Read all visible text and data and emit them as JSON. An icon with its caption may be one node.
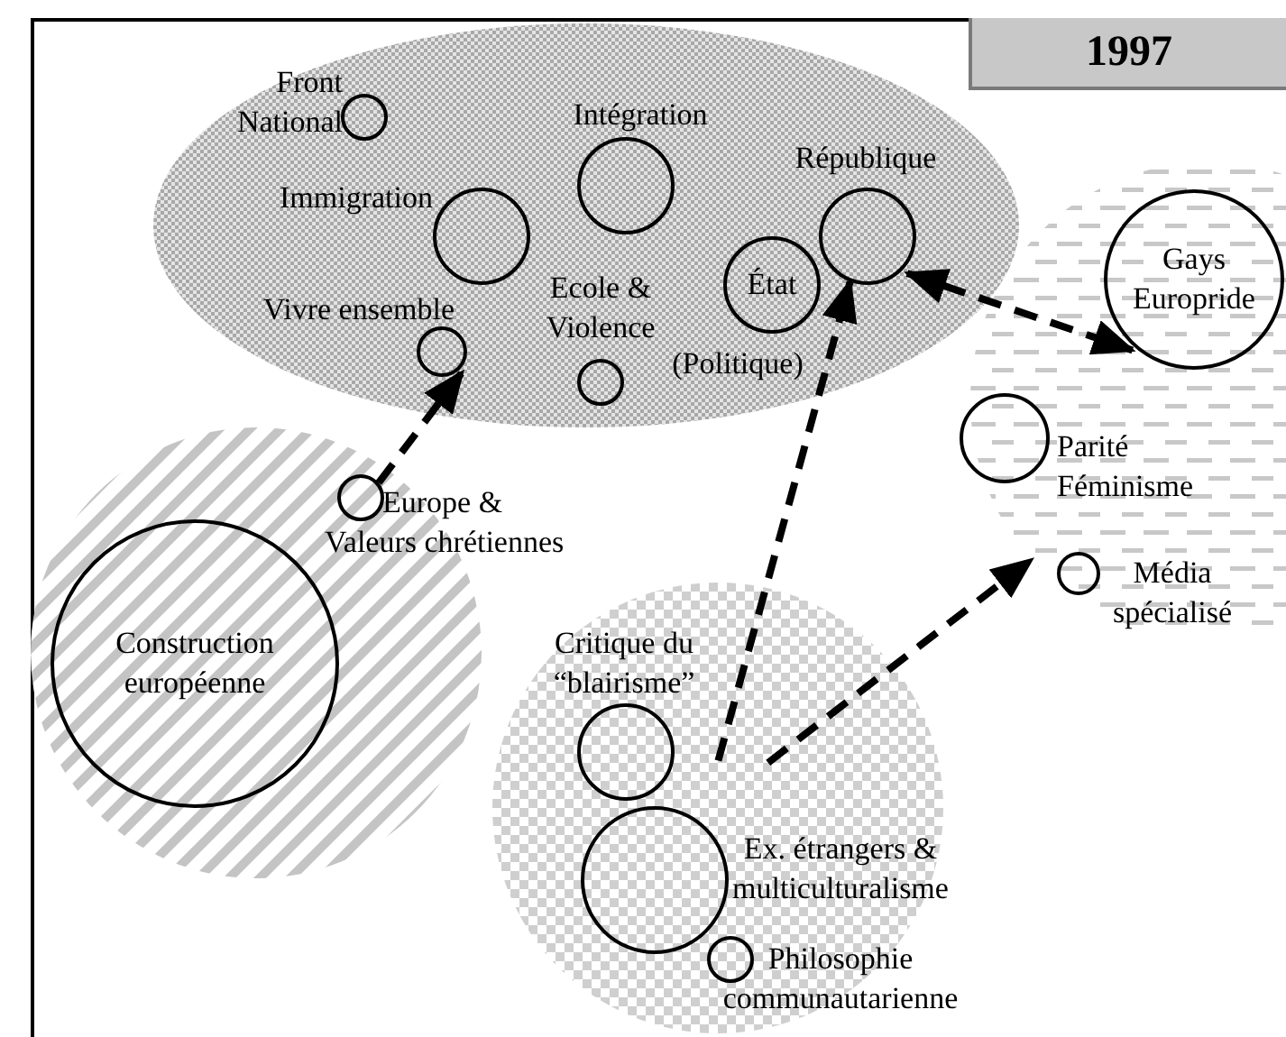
{
  "diagram": {
    "title": "1997",
    "nodes": [
      {
        "text": [],
        "shape": "ellipse"
      },
      {
        "text": [
          "Front National"
        ],
        "in": 0
      },
      {
        "text": [
          "Intégration"
        ],
        "in": 0
      },
      {
        "text": [
          "Immigration"
        ],
        "in": 0
      },
      {
        "text": [
          "République"
        ],
        "in": 0
      },
      {
        "text": [
          "État",
          "(Politique)"
        ],
        "in": 0
      },
      {
        "text": [
          "Vivre ensemble"
        ],
        "in": 0
      },
      {
        "text": [
          "Ecole & Violence"
        ],
        "in": 0
      },
      {
        "text": [],
        "shape": "circle"
      },
      {
        "text": [
          "Gays Europride"
        ],
        "in": 8
      },
      {
        "text": [
          "Parité Féminisme"
        ],
        "in": 8
      },
      {
        "text": [
          "Média spécialisé"
        ],
        "in": 8
      },
      {
        "text": [],
        "shape": "circle"
      },
      {
        "text": [
          "Construction européenne"
        ],
        "in": 12
      },
      {
        "text": [
          "Europe & Valeurs chrétiennes"
        ],
        "in": 12
      },
      {
        "text": [],
        "shape": "circle"
      },
      {
        "text": [
          "Critique du “blairisme”"
        ],
        "in": 15
      },
      {
        "text": [
          "Ex. étrangers & multiculturalisme"
        ],
        "in": 15
      },
      {
        "text": [
          "Philosophie communautarienne"
        ],
        "in": 15
      }
    ],
    "edges": [
      {
        "from": 14,
        "to": 6,
        "arrow": "to",
        "style": "dashed"
      },
      {
        "from": 17,
        "to": 4,
        "arrow": "to",
        "style": "dashed"
      },
      {
        "from": 17,
        "to": 8,
        "arrow": "to",
        "style": "dashed"
      },
      {
        "from": 4,
        "to": 9,
        "arrow": "both",
        "style": "dashed"
      }
    ]
  }
}
